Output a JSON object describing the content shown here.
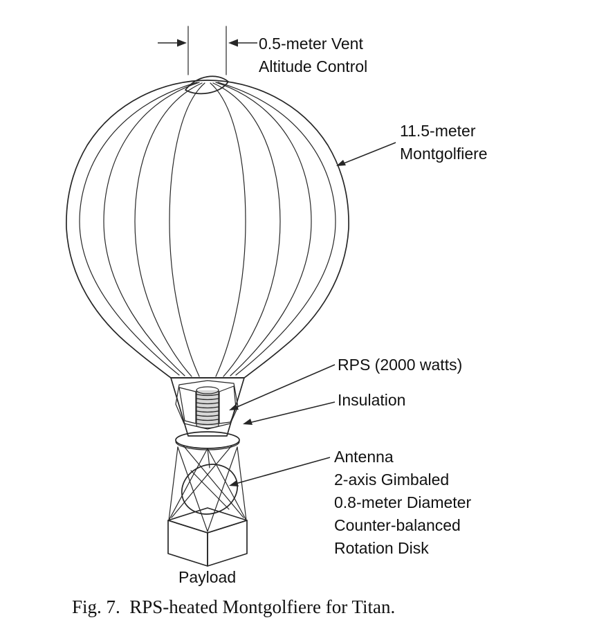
{
  "figure": {
    "caption": "Fig. 7.  RPS-heated Montgolfiere for Titan."
  },
  "annotations": {
    "vent": {
      "lines": [
        "0.5-meter Vent",
        "Altitude Control"
      ]
    },
    "envelope": {
      "lines": [
        "11.5-meter",
        "Montgolfiere"
      ]
    },
    "rps": {
      "lines": [
        "RPS (2000 watts)"
      ]
    },
    "insulation": {
      "lines": [
        "Insulation"
      ]
    },
    "antenna": {
      "lines": [
        "Antenna",
        "2-axis Gimbaled",
        "0.8-meter Diameter",
        "Counter-balanced",
        "Rotation Disk"
      ]
    },
    "payload": {
      "lines": [
        "Payload"
      ]
    }
  },
  "colors": {
    "stroke": "#262626",
    "envelope_fill": "#f1f1f1",
    "vent_fill": "#e8e8e8",
    "cone_fill": "#e9e9e9",
    "cutaway_fill": "#fbfbfb",
    "insulation_fill": "#c9c9c9",
    "coil_fill": "#d6d6d6",
    "ring_fill": "#e4e4e4",
    "dish_fill": "#e2e2e2",
    "box_top": "#ededed",
    "box_left": "#d9d9d9",
    "box_right": "#c4c4c4",
    "background": "#ffffff"
  }
}
